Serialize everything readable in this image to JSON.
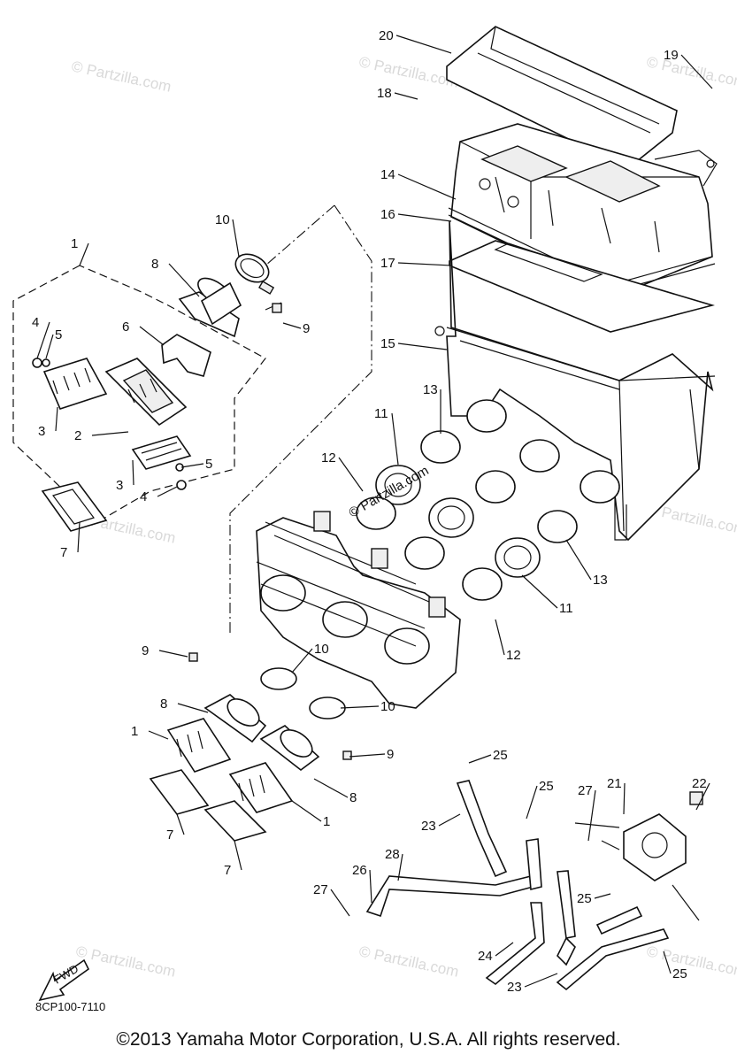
{
  "callouts": [
    {
      "id": "c20",
      "text": "20"
    },
    {
      "id": "c19",
      "text": "19"
    },
    {
      "id": "c18",
      "text": "18"
    },
    {
      "id": "c14",
      "text": "14"
    },
    {
      "id": "c16",
      "text": "16"
    },
    {
      "id": "c17",
      "text": "17"
    },
    {
      "id": "c15",
      "text": "15"
    },
    {
      "id": "c10a",
      "text": "10"
    },
    {
      "id": "c8a",
      "text": "8"
    },
    {
      "id": "c1a",
      "text": "1"
    },
    {
      "id": "c9a",
      "text": "9"
    },
    {
      "id": "c6",
      "text": "6"
    },
    {
      "id": "c4a",
      "text": "4"
    },
    {
      "id": "c5a",
      "text": "5"
    },
    {
      "id": "c3a",
      "text": "3"
    },
    {
      "id": "c2",
      "text": "2"
    },
    {
      "id": "c3b",
      "text": "3"
    },
    {
      "id": "c5b",
      "text": "5"
    },
    {
      "id": "c4b",
      "text": "4"
    },
    {
      "id": "c7a",
      "text": "7"
    },
    {
      "id": "c13a",
      "text": "13"
    },
    {
      "id": "c11a",
      "text": "11"
    },
    {
      "id": "c12a",
      "text": "12"
    },
    {
      "id": "c13b",
      "text": "13"
    },
    {
      "id": "c11b",
      "text": "11"
    },
    {
      "id": "c12b",
      "text": "12"
    },
    {
      "id": "c9b",
      "text": "9"
    },
    {
      "id": "c10b",
      "text": "10"
    },
    {
      "id": "c8b",
      "text": "8"
    },
    {
      "id": "c10c",
      "text": "10"
    },
    {
      "id": "c1b",
      "text": "1"
    },
    {
      "id": "c9c",
      "text": "9"
    },
    {
      "id": "c8c",
      "text": "8"
    },
    {
      "id": "c1c",
      "text": "1"
    },
    {
      "id": "c7b",
      "text": "7"
    },
    {
      "id": "c7c",
      "text": "7"
    },
    {
      "id": "c25a",
      "text": "25"
    },
    {
      "id": "c25b",
      "text": "25"
    },
    {
      "id": "c27a",
      "text": "27"
    },
    {
      "id": "c21",
      "text": "21"
    },
    {
      "id": "c22",
      "text": "22"
    },
    {
      "id": "c23a",
      "text": "23"
    },
    {
      "id": "c28",
      "text": "28"
    },
    {
      "id": "c26",
      "text": "26"
    },
    {
      "id": "c27b",
      "text": "27"
    },
    {
      "id": "c25c",
      "text": "25"
    },
    {
      "id": "c24",
      "text": "24"
    },
    {
      "id": "c23b",
      "text": "23"
    },
    {
      "id": "c25d",
      "text": "25"
    }
  ],
  "watermark": "© Partzilla.com",
  "center_watermark": "© Partzilla.com",
  "fwd_label": "FWD",
  "diagram_code": "8CP100-7110",
  "copyright": "©2013  Yamaha Motor Corporation, U.S.A. All rights reserved."
}
